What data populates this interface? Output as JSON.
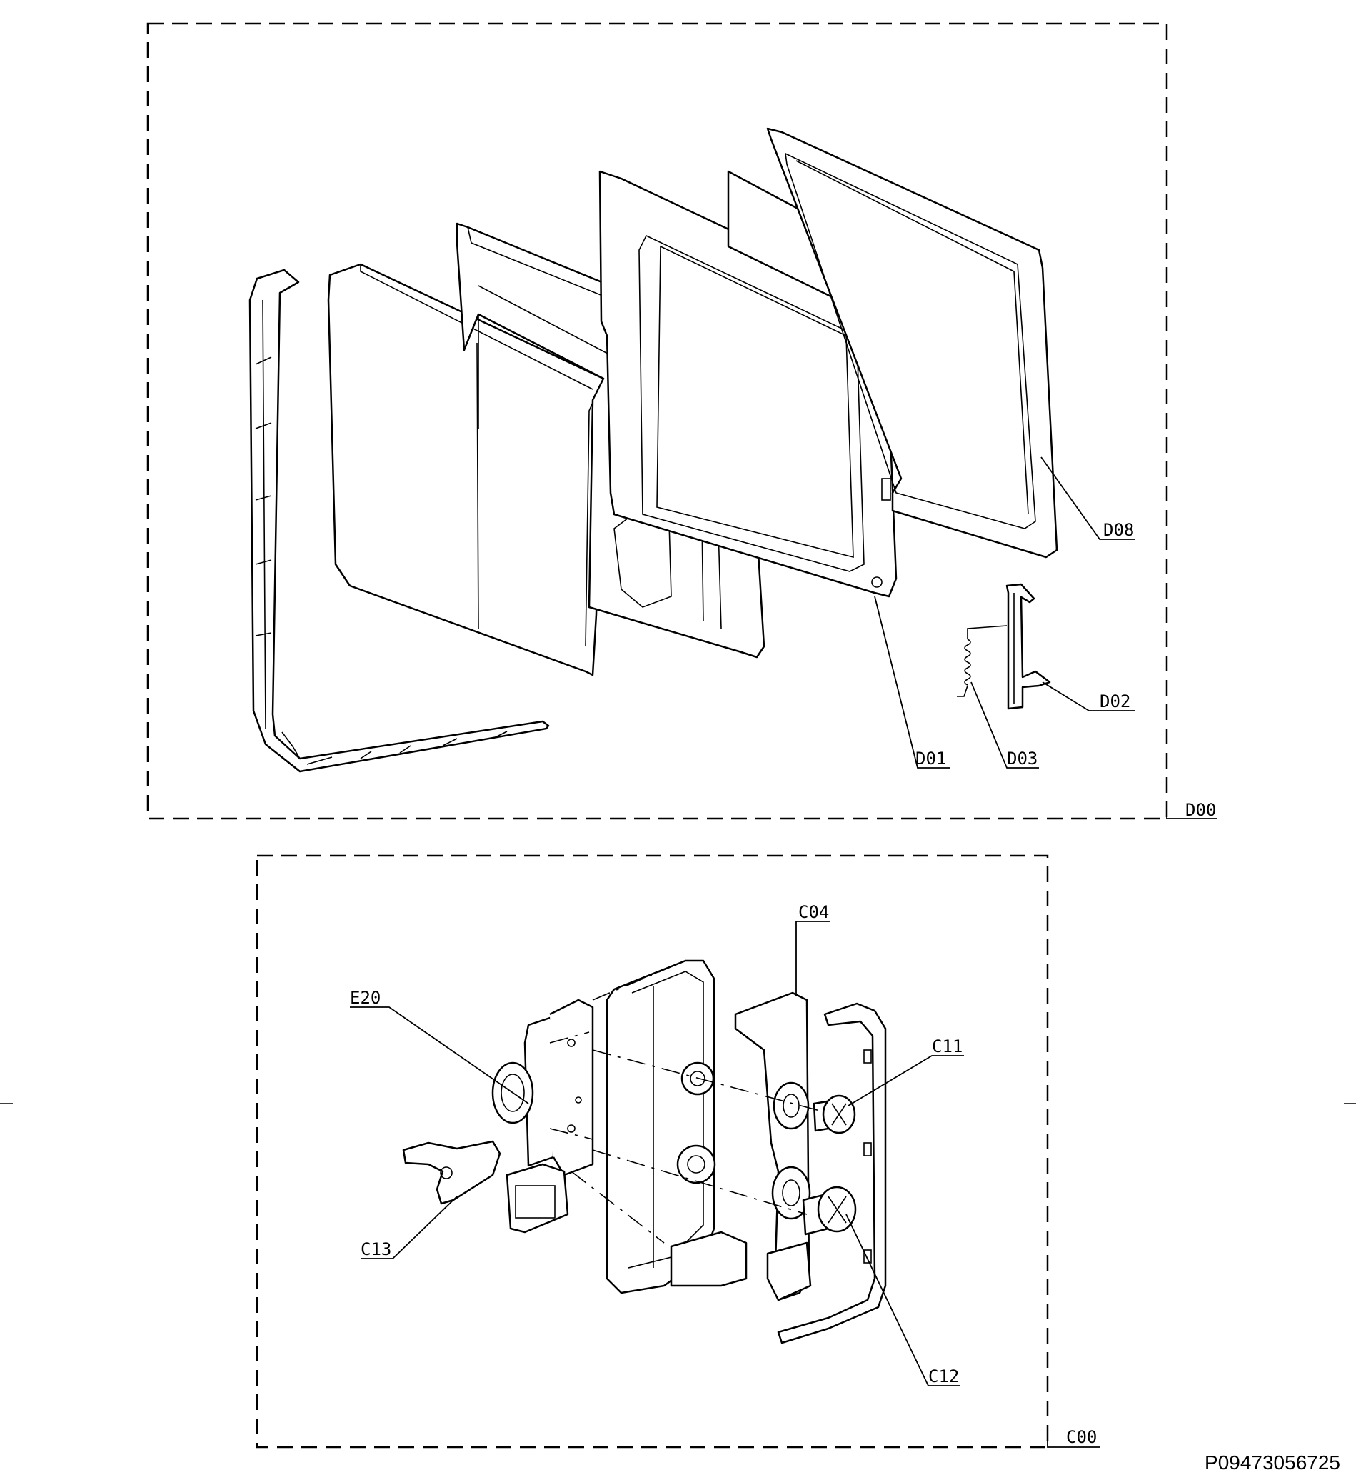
{
  "drawing": {
    "groups": [
      {
        "code": "D00",
        "parts": [
          "D01",
          "D02",
          "D03",
          "D08"
        ]
      },
      {
        "code": "C00",
        "parts": [
          "C04",
          "C11",
          "C12",
          "C13",
          "E20"
        ]
      }
    ],
    "labels": {
      "D00": "D00",
      "D01": "D01",
      "D02": "D02",
      "D03": "D03",
      "D08": "D08",
      "C00": "C00",
      "C04": "C04",
      "C11": "C11",
      "C12": "C12",
      "C13": "C13",
      "E20": "E20"
    },
    "drawing_number": "P09473056725"
  }
}
